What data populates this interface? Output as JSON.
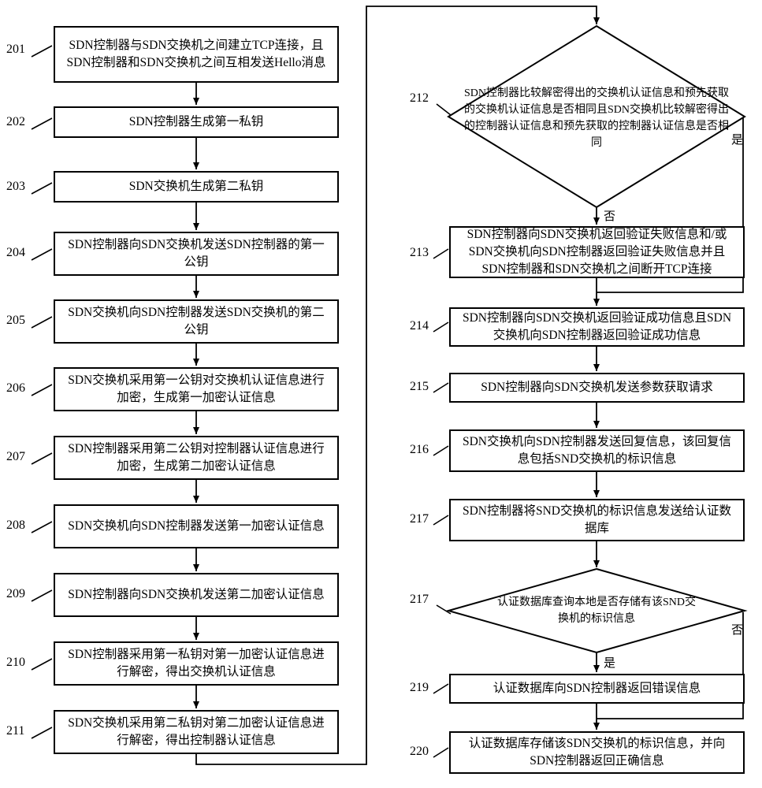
{
  "left_steps": [
    {
      "num": "201",
      "text": "SDN控制器与SDN交换机之间建立TCP连接，且SDN控制器和SDN交换机之间互相发送Hello消息"
    },
    {
      "num": "202",
      "text": "SDN控制器生成第一私钥"
    },
    {
      "num": "203",
      "text": "SDN交换机生成第二私钥"
    },
    {
      "num": "204",
      "text": "SDN控制器向SDN交换机发送SDN控制器的第一公钥"
    },
    {
      "num": "205",
      "text": "SDN交换机向SDN控制器发送SDN交换机的第二公钥"
    },
    {
      "num": "206",
      "text": "SDN交换机采用第一公钥对交换机认证信息进行加密，生成第一加密认证信息"
    },
    {
      "num": "207",
      "text": "SDN控制器采用第二公钥对控制器认证信息进行加密，生成第二加密认证信息"
    },
    {
      "num": "208",
      "text": "SDN交换机向SDN控制器发送第一加密认证信息"
    },
    {
      "num": "209",
      "text": "SDN控制器向SDN交换机发送第二加密认证信息"
    },
    {
      "num": "210",
      "text": "SDN控制器采用第一私钥对第一加密认证信息进行解密，得出交换机认证信息"
    },
    {
      "num": "211",
      "text": "SDN交换机采用第二私钥对第二加密认证信息进行解密，得出控制器认证信息"
    }
  ],
  "decision_212": {
    "num": "212",
    "text": "SDN控制器比较解密得出的交换机认证信息和预先获取的交换机认证信息是否相同且SDN交换机比较解密得出的控制器认证信息和预先获取的控制器认证信息是否相同",
    "yes": "是",
    "no": "否"
  },
  "right_steps": [
    {
      "num": "213",
      "text": "SDN控制器向SDN交换机返回验证失败信息和/或SDN交换机向SDN控制器返回验证失败信息并且SDN控制器和SDN交换机之间断开TCP连接"
    },
    {
      "num": "214",
      "text": "SDN控制器向SDN交换机返回验证成功信息且SDN交换机向SDN控制器返回验证成功信息"
    },
    {
      "num": "215",
      "text": "SDN控制器向SDN交换机发送参数获取请求"
    },
    {
      "num": "216",
      "text": "SDN交换机向SDN控制器发送回复信息，该回复信息包括SND交换机的标识信息"
    },
    {
      "num": "217",
      "text": "SDN控制器将SND交换机的标识信息发送给认证数据库"
    }
  ],
  "decision_218": {
    "num": "217",
    "text": "认证数据库查询本地是否存储有该SND交换机的标识信息",
    "yes": "是",
    "no": "否"
  },
  "final_steps": [
    {
      "num": "219",
      "text": "认证数据库向SDN控制器返回错误信息"
    },
    {
      "num": "220",
      "text": "认证数据库存储该SDN交换机的标识信息，并向SDN控制器返回正确信息"
    }
  ]
}
